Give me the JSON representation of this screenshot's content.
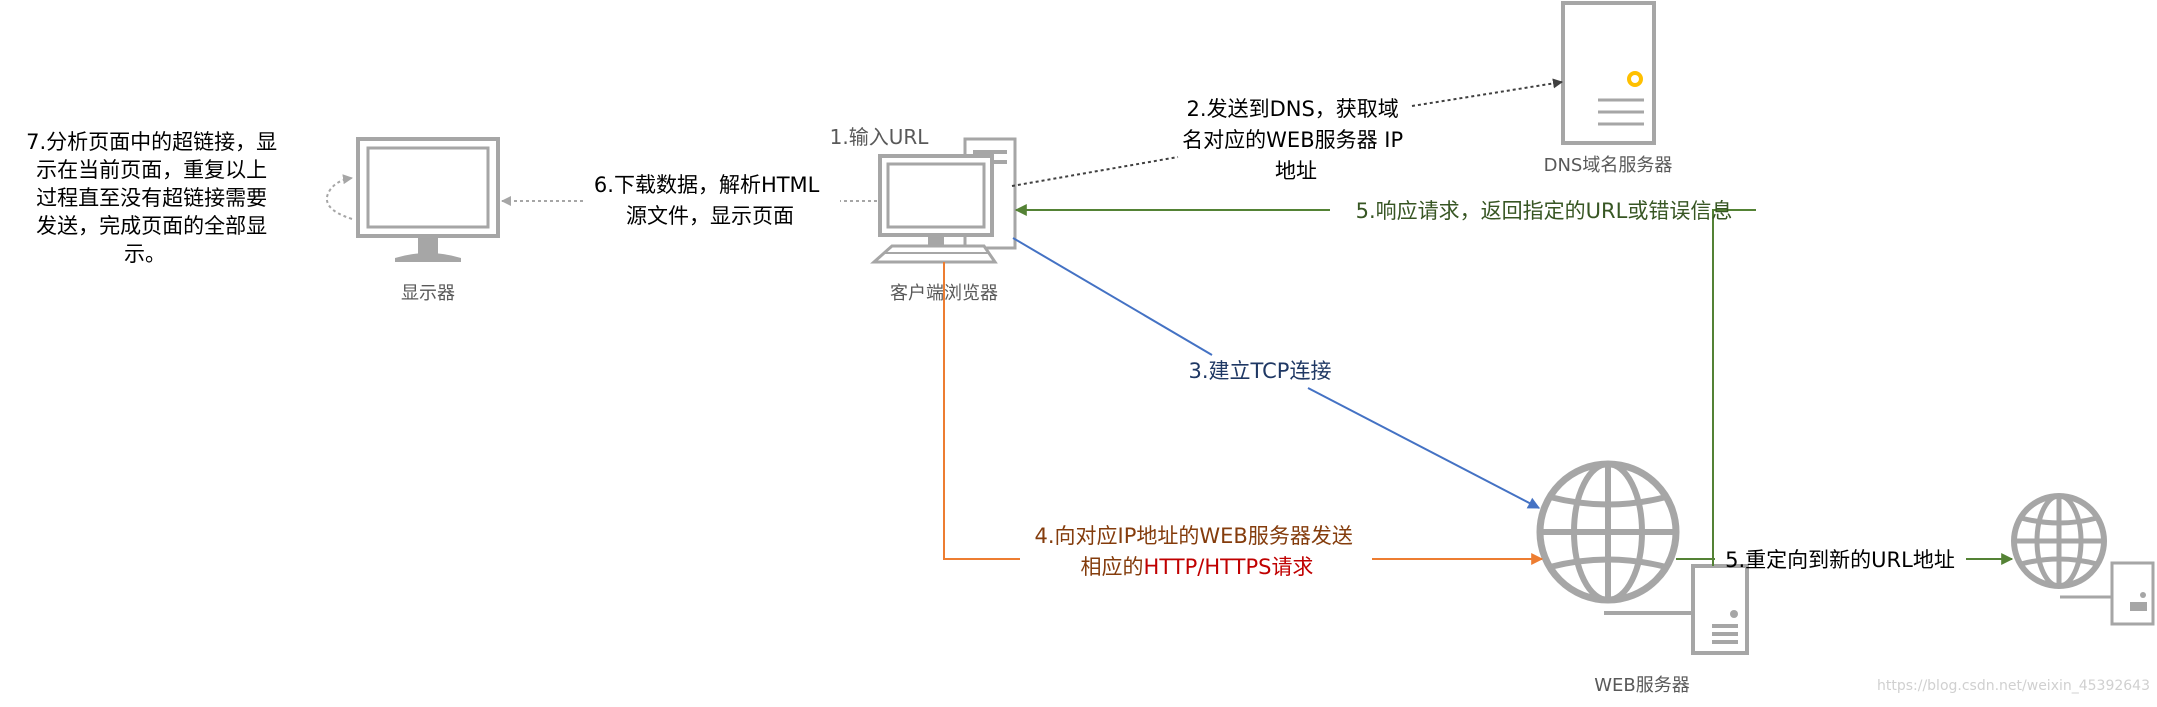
{
  "diagram": {
    "nodes": {
      "browser": "客户端浏览器",
      "dns": "DNS域名服务器",
      "monitor": "显示器",
      "web": "WEB服务器"
    },
    "steps": {
      "s1": "1.输入URL",
      "s2": [
        "2.发送到DNS，获取域",
        "名对应的WEB服务器 IP",
        "地址"
      ],
      "s3": "3.建立TCP连接",
      "s4_line1": "4.向对应IP地址的WEB服务器发送",
      "s4_line2_prefix": "相应的",
      "s4_line2_protocol": "HTTP/HTTPS",
      "s4_line2_suffix": "请求",
      "s5_response": "5.响应请求，返回指定的URL或错误信息",
      "s5_redirect": "5.重定向到新的URL地址",
      "s6": [
        "6.下载数据，解析HTML",
        "源文件，显示页面"
      ],
      "s7": [
        "7.分析页面中的超链接，显",
        "示在当前页面，重复以上",
        "过程直至没有超链接需要",
        "发送，完成页面的全部显",
        "示。"
      ]
    },
    "watermark": "https://blog.csdn.net/weixin_45392643"
  },
  "colors": {
    "icon_gray": "#a6a6a6",
    "text_gray": "#595959",
    "blue": "#4472c4",
    "blue_text": "#1f3864",
    "orange": "#ed7d31",
    "orange_text": "#843c0c",
    "red": "#c00000",
    "green": "#548235",
    "green_text": "#375623",
    "dns_dot": "#ffc000",
    "dark": "#404040"
  }
}
